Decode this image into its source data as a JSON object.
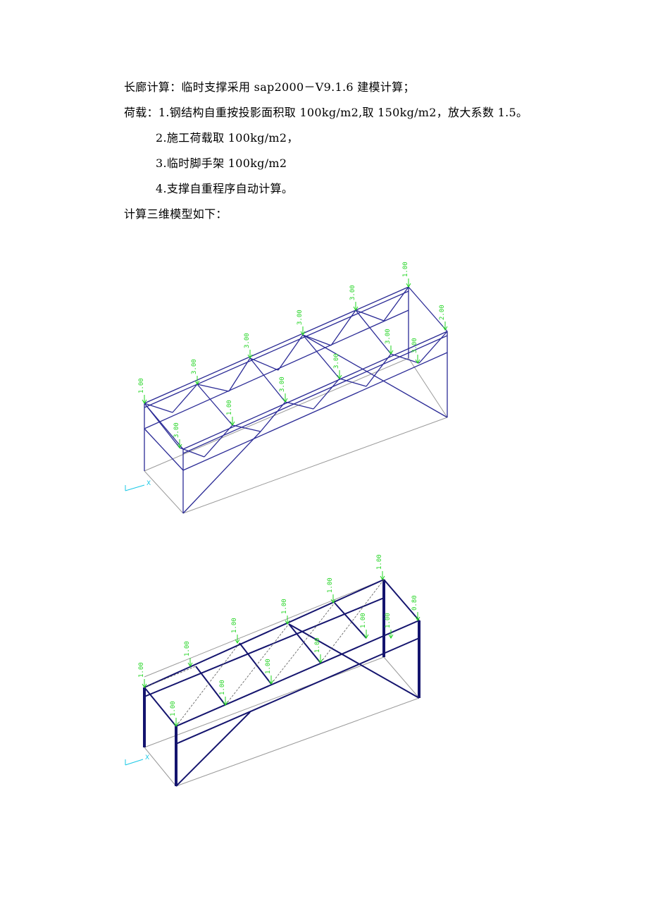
{
  "text": {
    "line1": "长廊计算：临时支撑采用 sap2000－V9.1.6 建模计算；",
    "line2": "荷载：1.钢结构自重按投影面积取 100kg/m2,取 150kg/m2，放大系数 1.5。",
    "line3": "2.施工荷载取 100kg/m2，",
    "line4": "3.临时脚手架 100kg/m2",
    "line5": "4.支撑自重程序自动计算。",
    "line6": "计算三维模型如下："
  },
  "model1": {
    "load_labels": [
      "1.00",
      "3.00",
      "3.00",
      "3.00",
      "3.00",
      "1.00",
      "3.00",
      "1.00",
      "3.00",
      "3.00",
      "3.00",
      "3.00",
      "2.00"
    ],
    "axis_label": "X"
  },
  "model2": {
    "load_labels": [
      "1.00",
      "1.00",
      "1.00",
      "1.00",
      "1.00",
      "1.00",
      "1.00",
      "1.00",
      "1.00",
      "1.00",
      "1.00",
      "1.00",
      "0.80"
    ],
    "axis_label": "X"
  },
  "colors": {
    "member": "#2b2b96",
    "member_heavy": "#14146e",
    "outline": "#9a9a9a",
    "load": "#22d422",
    "axis": "#19c8e6"
  }
}
